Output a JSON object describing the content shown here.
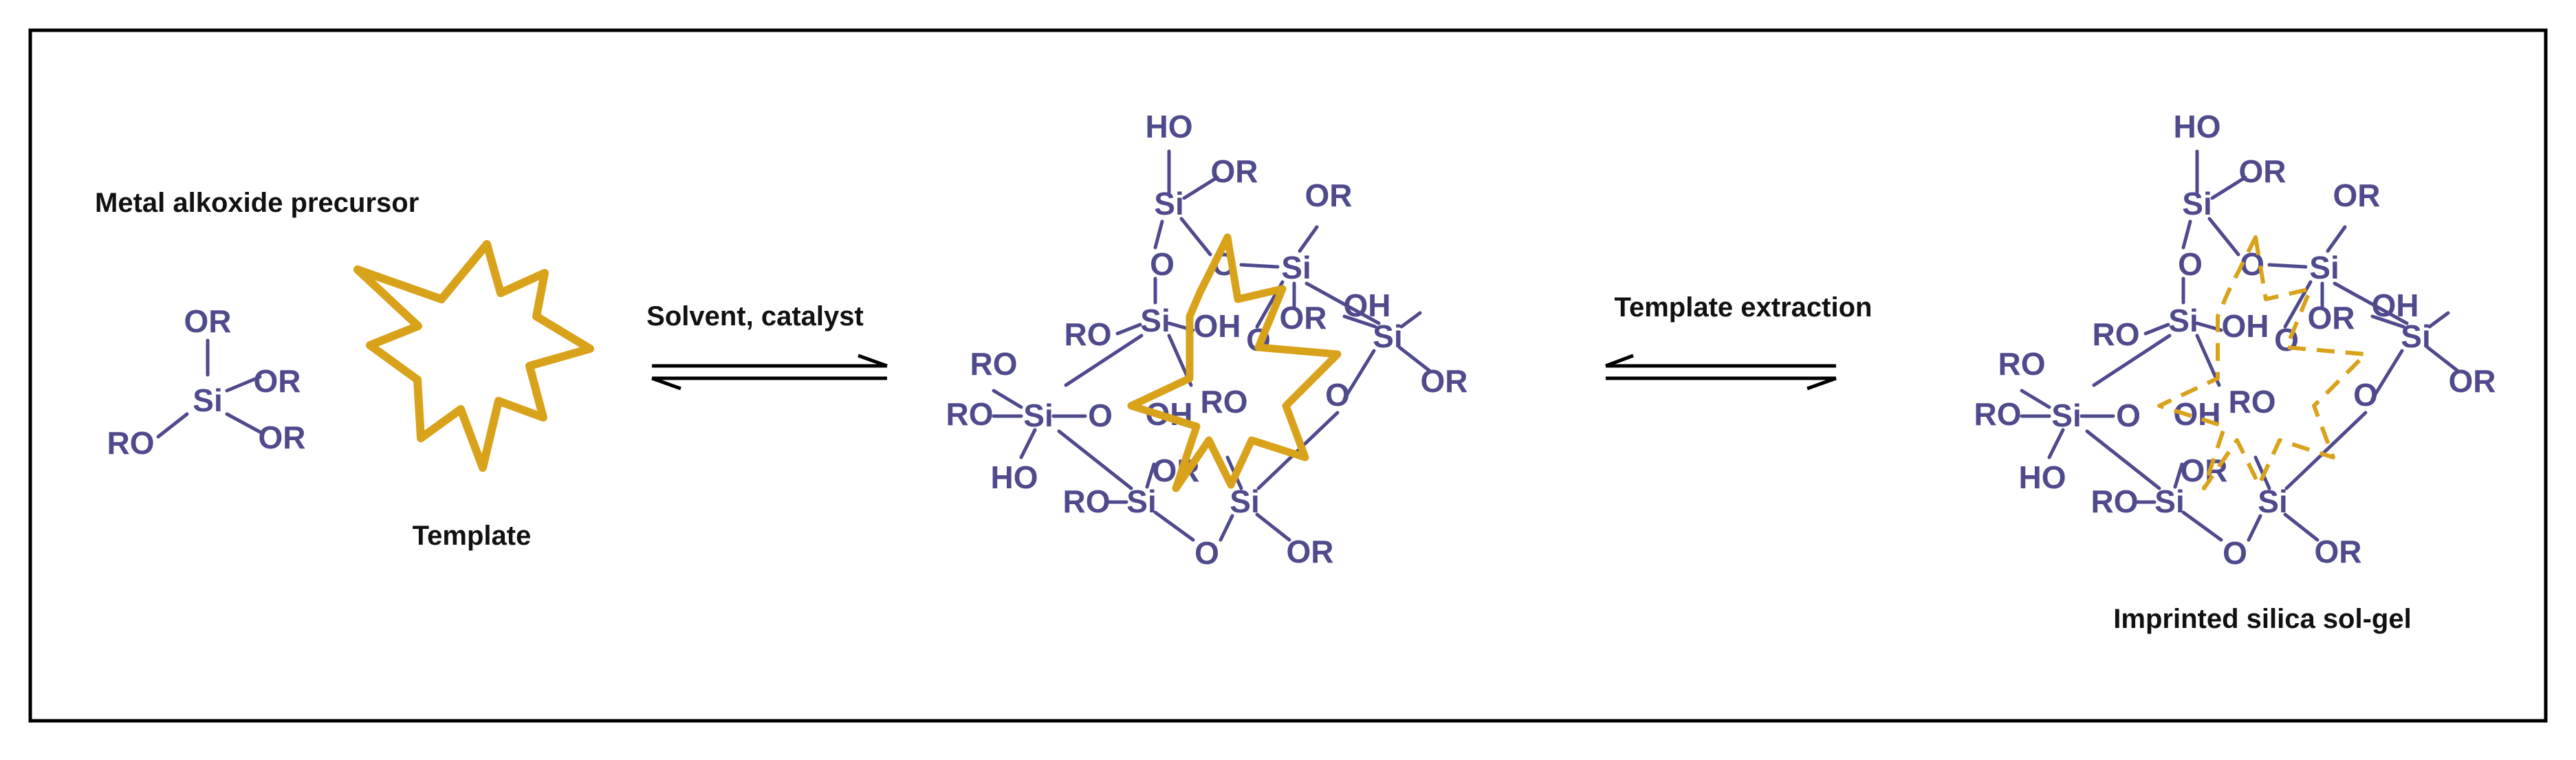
{
  "colors": {
    "chemistry": "#4e4a8c",
    "template": "#d9a21b",
    "caption": "#111111",
    "frame": "#000000"
  },
  "captions": {
    "precursor": "Metal alkoxide precursor",
    "template": "Template",
    "step1": "Solvent, catalyst",
    "step2": "Template extraction",
    "product": "Imprinted silica sol-gel"
  },
  "atoms": {
    "si": "Si",
    "o": "O",
    "or": "OR",
    "ro": "RO",
    "ho": "HO",
    "oh": "OH"
  },
  "icons": {
    "template": "star-template-icon",
    "equilibrium": "equilibrium-arrows-icon"
  }
}
